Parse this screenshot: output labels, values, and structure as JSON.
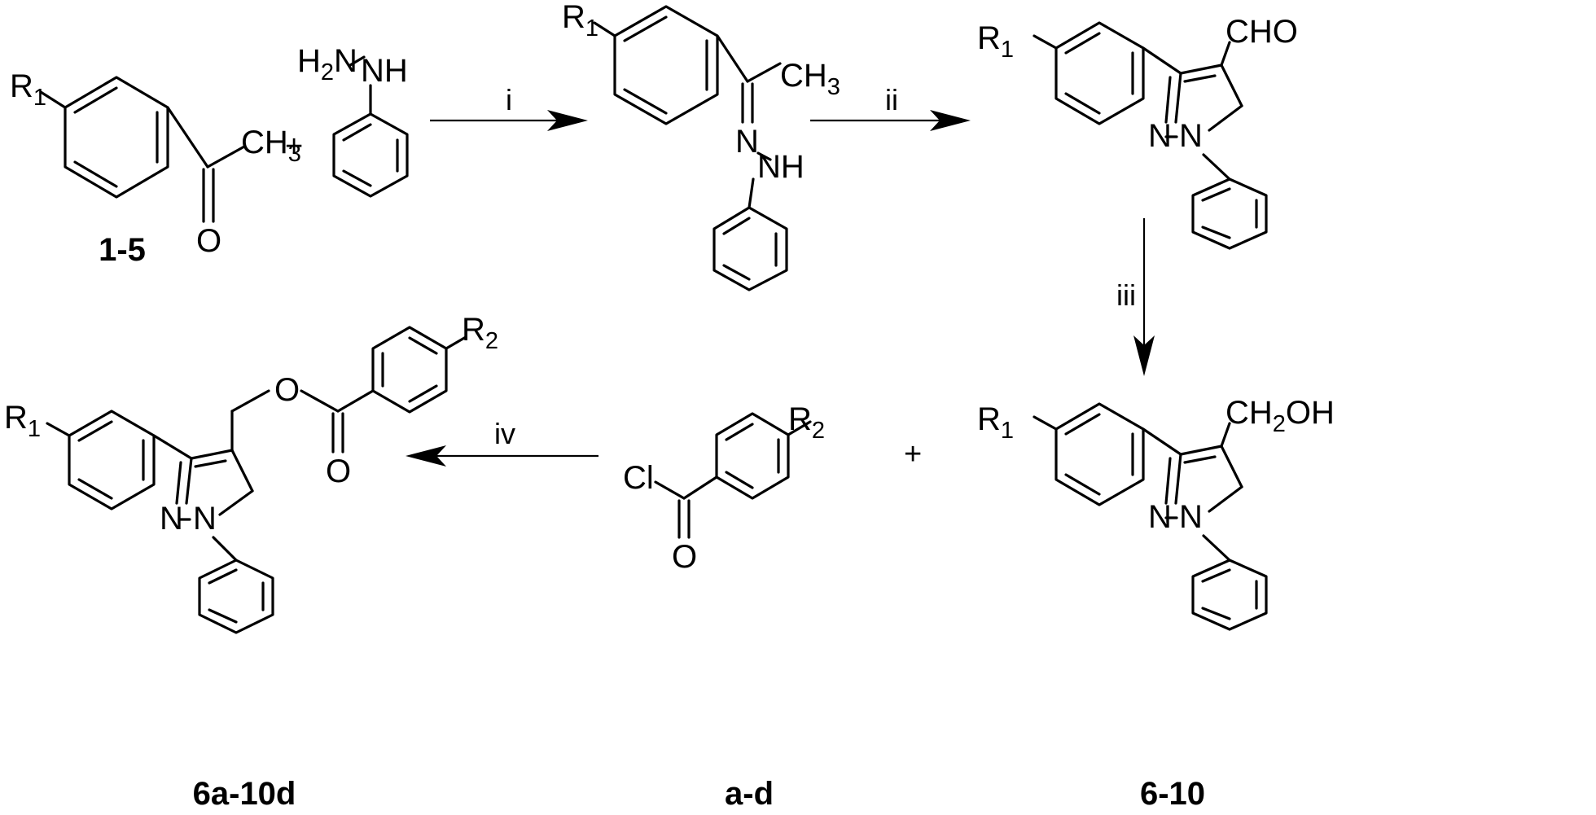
{
  "reagents": {
    "hydrazine_h2n": "H",
    "hydrazine_h2n_sub": "2",
    "hydrazine_n": "N",
    "hydrazine_nh": "NH"
  },
  "atoms": {
    "r": "R",
    "r1_sub": "1",
    "r2_sub": "2",
    "ch": "CH",
    "ch3_sub": "3",
    "o": "O",
    "n": "N",
    "nh": "NH",
    "cho": "CHO",
    "ch2oh_ch": "CH",
    "ch2oh_sub": "2",
    "ch2oh_oh": "OH",
    "cl": "Cl",
    "o_ester": "O"
  },
  "conditions": {
    "step1": "i",
    "step2": "ii",
    "step3": "iii",
    "step4": "iv"
  },
  "plus": "+",
  "compounds": {
    "acetophenones": "1-5",
    "alcohols": "6-10",
    "acyl_chlorides": "a-d",
    "esters": "6a-10d"
  }
}
